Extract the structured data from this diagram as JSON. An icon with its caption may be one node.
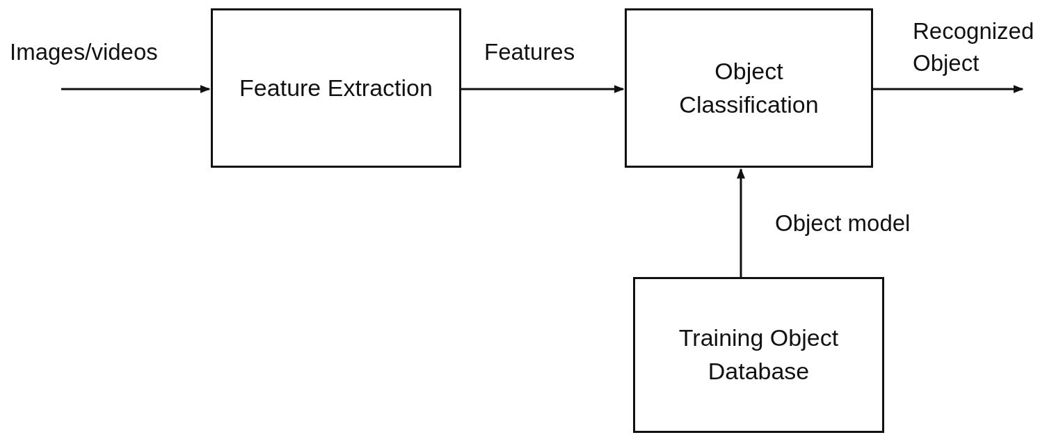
{
  "diagram": {
    "nodes": [
      {
        "text": [
          "Feature Extraction"
        ]
      },
      {
        "text": [
          "Object Classification"
        ]
      },
      {
        "text": [
          "Training Object Database"
        ]
      }
    ],
    "edges": [
      {
        "from": null,
        "to": 0,
        "arrow": "to",
        "label": "Images/videos"
      },
      {
        "from": 0,
        "to": 1,
        "arrow": "to",
        "label": "Features"
      },
      {
        "from": 1,
        "to": null,
        "arrow": "to",
        "label": "Recognized Object"
      },
      {
        "from": 2,
        "to": 1,
        "arrow": "to",
        "label": "Object model"
      }
    ]
  }
}
